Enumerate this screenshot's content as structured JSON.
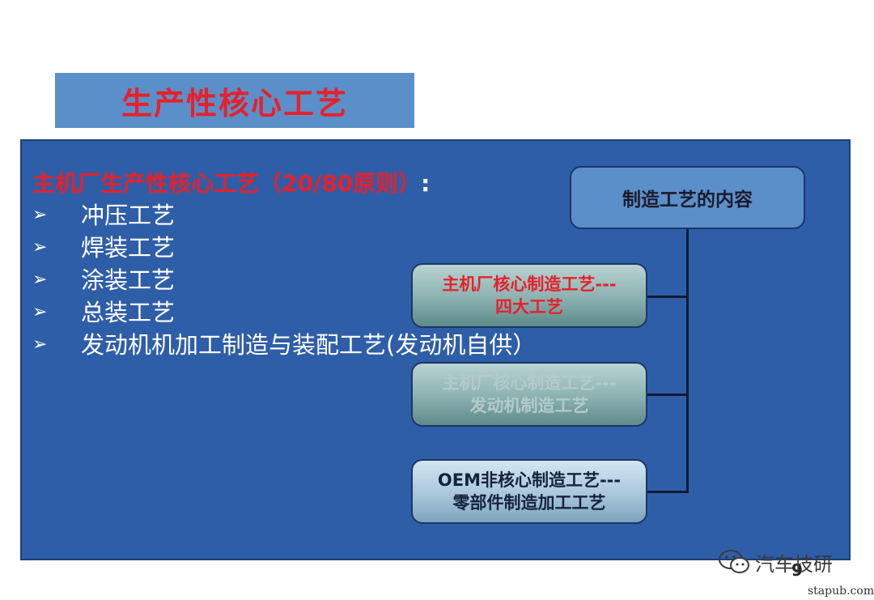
{
  "title": "生产性核心工艺",
  "heading": {
    "text": "主机厂生产性核心工艺（20/80原则）",
    "colon": ":"
  },
  "bullets": [
    {
      "marker": "➢",
      "text": "冲压工艺"
    },
    {
      "marker": "➢",
      "text": "焊装工艺"
    },
    {
      "marker": "➢",
      "text": "涂装工艺"
    },
    {
      "marker": "➢",
      "text": "总装工艺"
    },
    {
      "marker": "➢",
      "text": "发动机机加工制造与装配工艺(发动机自供）"
    }
  ],
  "diagram": {
    "root": "制造工艺的内容",
    "children": [
      {
        "line1": "主机厂核心制造工艺---",
        "line2": "四大工艺"
      },
      {
        "line1": "主机厂核心制造工艺---",
        "line2": "发动机制造工艺"
      },
      {
        "line1": "OEM非核心制造工艺---",
        "line2": "零部件制造加工工艺"
      }
    ]
  },
  "page_number": "9",
  "watermark": {
    "icon": "wechat-icon",
    "text": "汽车技研"
  },
  "site": "stapub.com",
  "colors": {
    "title_bg": "#5b8fc9",
    "panel_bg": "#2f5ea8",
    "accent_red": "#e8202a"
  }
}
